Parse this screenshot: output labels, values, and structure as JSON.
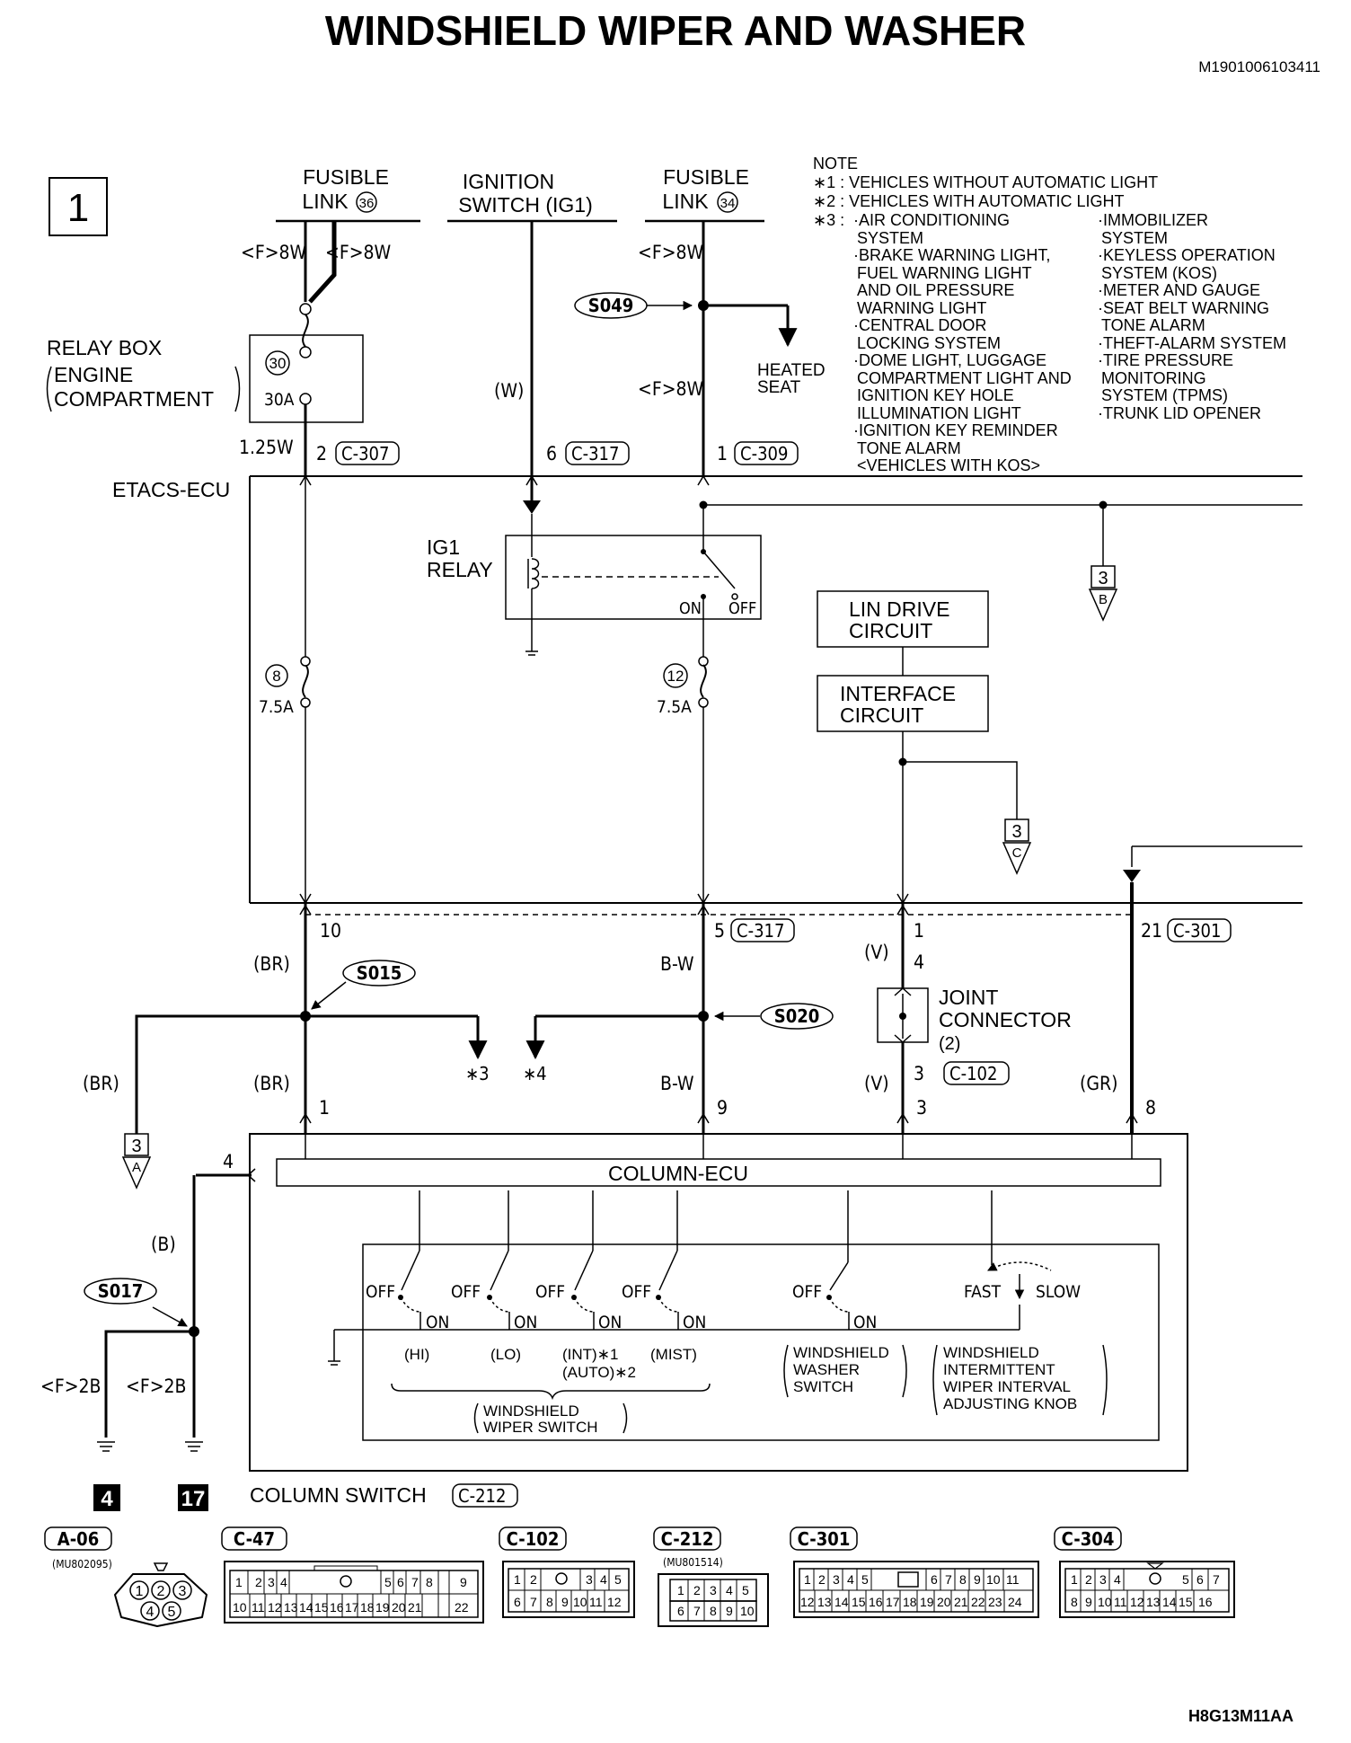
{
  "title": "WINDSHIELD WIPER AND WASHER",
  "doc_code": "M1901006103411",
  "footer_code": "H8G13M11AA",
  "page_number": "1",
  "sources": [
    {
      "lines": [
        "FUSIBLE",
        "LINK"
      ],
      "circle": "36"
    },
    {
      "lines": [
        "IGNITION",
        "SWITCH (IG1)"
      ]
    },
    {
      "lines": [
        "FUSIBLE",
        "LINK"
      ],
      "circle": "34"
    }
  ],
  "note": {
    "title": "NOTE",
    "star1": "∗1 : VEHICLES WITHOUT AUTOMATIC LIGHT",
    "star2": "∗2 : VEHICLES WITH AUTOMATIC LIGHT",
    "star3": "∗3 :",
    "col1": [
      "·AIR CONDITIONING",
      "SYSTEM",
      "·BRAKE WARNING LIGHT,",
      "FUEL WARNING LIGHT",
      "AND OIL PRESSURE",
      "WARNING LIGHT",
      "·CENTRAL DOOR",
      "LOCKING SYSTEM",
      "·DOME LIGHT, LUGGAGE",
      "COMPARTMENT LIGHT AND",
      "IGNITION KEY HOLE",
      "ILLUMINATION LIGHT",
      "·IGNITION KEY REMINDER",
      "TONE ALARM",
      "<VEHICLES WITH KOS>"
    ],
    "col2": [
      "·IMMOBILIZER",
      "SYSTEM",
      "·KEYLESS OPERATION",
      "SYSTEM (KOS)",
      "·METER AND GAUGE",
      "·SEAT BELT WARNING",
      "TONE ALARM",
      "·THEFT-ALARM SYSTEM",
      "·TIRE PRESSURE",
      "MONITORING",
      "SYSTEM (TPMS)",
      "·TRUNK LID OPENER"
    ]
  },
  "wires": {
    "f8w_a": "<F>8W",
    "f8w_b": "<F>8W",
    "f8w_c": "<F>8W",
    "f8w_d": "<F>8W",
    "w": "(W)",
    "w125": "1.25W",
    "br1": "(BR)",
    "br2": "(BR)",
    "br3": "(BR)",
    "bw1": "B-W",
    "bw2": "B-W",
    "v1": "(V)",
    "v2": "(V)",
    "gr": "(GR)",
    "b": "(B)",
    "f2b_a": "<F>2B",
    "f2b_b": "<F>2B"
  },
  "splices": {
    "s049": "S049",
    "s015": "S015",
    "s020": "S020",
    "s017": "S017"
  },
  "relay_box": {
    "label": "RELAY BOX",
    "sub1": "ENGINE",
    "sub2": "COMPARTMENT",
    "fuse_num": "30",
    "fuse_amp": "30A"
  },
  "heated_seat": [
    "HEATED",
    "SEAT"
  ],
  "etacs": {
    "label": "ETACS-ECU",
    "ig1_relay": [
      "IG1",
      "RELAY"
    ],
    "on": "ON",
    "off": "OFF",
    "fuse8_num": "8",
    "fuse8_amp": "7.5A",
    "fuse12_num": "12",
    "fuse12_amp": "7.5A",
    "lin": [
      "LIN DRIVE",
      "CIRCUIT"
    ],
    "interface": [
      "INTERFACE",
      "CIRCUIT"
    ]
  },
  "pins": {
    "p2": "2",
    "p6": "6",
    "p1": "1",
    "p10": "10",
    "p5": "5",
    "p1b": "1",
    "p4": "4",
    "p3": "3",
    "p21": "21",
    "p1c": "1",
    "p9": "9",
    "p3b": "3",
    "p8": "8",
    "p4b": "4"
  },
  "connectors": {
    "c307": "C-307",
    "c317a": "C-317",
    "c309": "C-309",
    "c317b": "C-317",
    "c301": "C-301",
    "c102": "C-102",
    "c212": "C-212"
  },
  "refs": {
    "r3b": "3",
    "r3b_letter": "B",
    "r3c": "3",
    "r3c_letter": "C",
    "r3a": "3",
    "r3a_letter": "A",
    "star3": "∗3",
    "star4": "∗4"
  },
  "joint": [
    "JOINT",
    "CONNECTOR",
    "(2)"
  ],
  "column_ecu": "COLUMN-ECU",
  "column_switch": "COLUMN SWITCH",
  "switch": {
    "off": "OFF",
    "on": "ON",
    "hi": "(HI)",
    "lo": "(LO)",
    "int": "(INT)∗1",
    "auto": "(AUTO)∗2",
    "mist": "(MIST)",
    "fast": "FAST",
    "slow": "SLOW",
    "washer": [
      "WINDSHIELD",
      "WASHER",
      "SWITCH"
    ],
    "interval": [
      "WINDSHIELD",
      "INTERMITTENT",
      "WIPER INTERVAL",
      "ADJUSTING KNOB"
    ],
    "wiper": [
      "WINDSHIELD",
      "WIPER SWITCH"
    ]
  },
  "grounds": [
    "4",
    "17"
  ],
  "connector_views": [
    {
      "name": "A-06",
      "part": "(MU802095)"
    },
    {
      "name": "C-47"
    },
    {
      "name": "C-102"
    },
    {
      "name": "C-212",
      "part": "(MU801514)"
    },
    {
      "name": "C-301"
    },
    {
      "name": "C-304"
    }
  ],
  "colors": {
    "ink": "#000000",
    "paper": "#ffffff"
  }
}
